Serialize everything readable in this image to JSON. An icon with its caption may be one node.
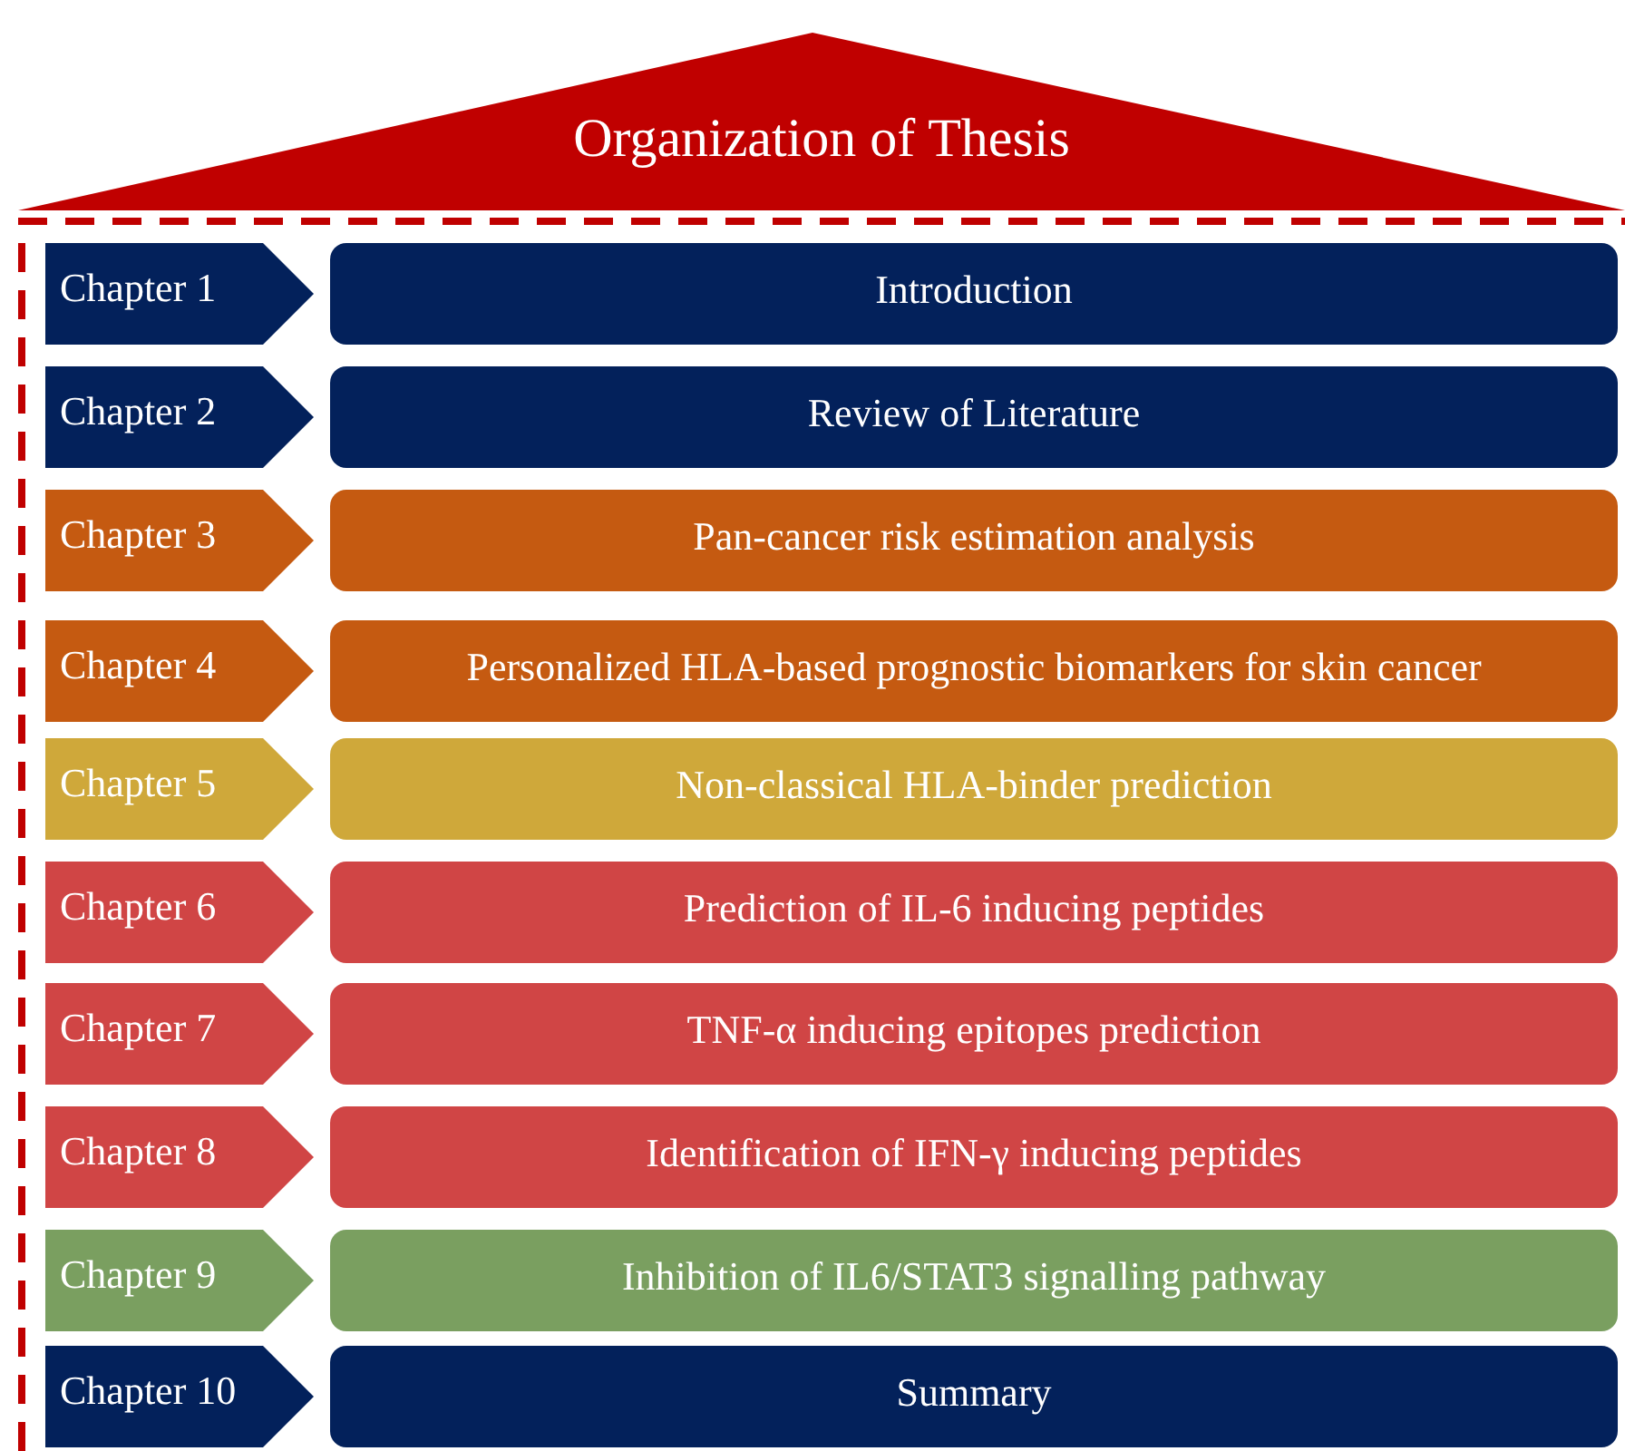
{
  "diagram": {
    "nodes": [
      {
        "text": [
          "Organization of Thesis"
        ]
      },
      {
        "text": [],
        "shape": "box"
      },
      {
        "text": [
          "Chapter 1"
        ],
        "in": 1
      },
      {
        "text": [
          "Introduction"
        ],
        "in": 1
      },
      {
        "text": [
          "Chapter 2"
        ],
        "in": 1
      },
      {
        "text": [
          "Review of Literature"
        ],
        "in": 1
      },
      {
        "text": [
          "Chapter 3"
        ],
        "in": 1
      },
      {
        "text": [
          "Pan-cancer risk estimation analysis"
        ],
        "in": 1
      },
      {
        "text": [
          "Chapter 4"
        ],
        "in": 1
      },
      {
        "text": [
          "Personalized HLA-based prognostic biomarkers for skin cancer"
        ],
        "in": 1
      },
      {
        "text": [
          "Chapter 5"
        ],
        "in": 1
      },
      {
        "text": [
          "Non-classical HLA-binder prediction"
        ],
        "in": 1
      },
      {
        "text": [
          "Chapter 6"
        ],
        "in": 1
      },
      {
        "text": [
          "Prediction of IL-6 inducing peptides"
        ],
        "in": 1
      },
      {
        "text": [
          "Chapter 7"
        ],
        "in": 1
      },
      {
        "text": [
          "TNF-α inducing epitopes prediction"
        ],
        "in": 1
      },
      {
        "text": [
          "Chapter 8"
        ],
        "in": 1
      },
      {
        "text": [
          "Identification of IFN-γ inducing peptides"
        ],
        "in": 1
      },
      {
        "text": [
          "Chapter 9"
        ],
        "in": 1
      },
      {
        "text": [
          "Inhibition of IL6/STAT3 signalling pathway"
        ],
        "in": 1
      },
      {
        "text": [
          "Chapter 10"
        ],
        "in": 1
      },
      {
        "text": [
          "Summary"
        ],
        "in": 1
      }
    ]
  }
}
